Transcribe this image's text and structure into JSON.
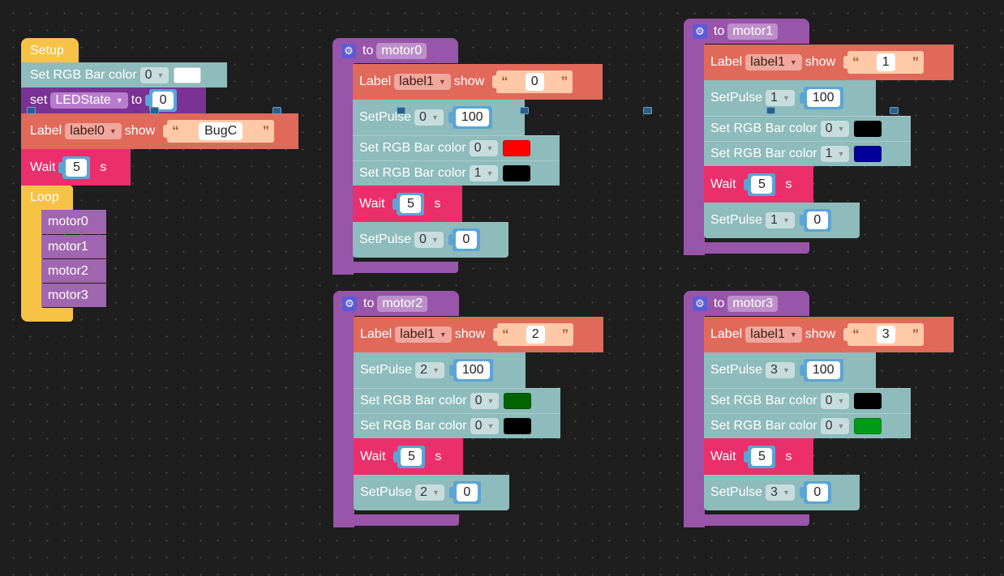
{
  "setup": {
    "hat_label": "Setup",
    "rgb": {
      "label": "Set RGB Bar color",
      "index": "0",
      "color": "#ffffff"
    },
    "setvar": {
      "set_label": "set",
      "var": "LEDState",
      "to_label": "to",
      "value": "0"
    },
    "label": {
      "label": "Label",
      "target": "label0",
      "show": "show",
      "text": "BugC"
    },
    "wait": {
      "label": "Wait",
      "value": "5",
      "unit": "s"
    },
    "loop_label": "Loop",
    "calls": [
      "motor0",
      "motor1",
      "motor2",
      "motor3"
    ]
  },
  "procs": [
    {
      "to": "to",
      "name": "motor0",
      "label": "Label",
      "target": "label1",
      "show": "show",
      "text": "0",
      "pulse_label": "SetPulse",
      "pulse_index": "0",
      "pulse_value": "100",
      "rgb_label": "Set RGB Bar color",
      "rgb1_index": "0",
      "rgb1_color": "#ff0000",
      "rgb2_index": "1",
      "rgb2_color": "#000000",
      "wait_label": "Wait",
      "wait_value": "5",
      "wait_unit": "s",
      "pulse2_index": "0",
      "pulse2_value": "0"
    },
    {
      "to": "to",
      "name": "motor1",
      "label": "Label",
      "target": "label1",
      "show": "show",
      "text": "1",
      "pulse_label": "SetPulse",
      "pulse_index": "1",
      "pulse_value": "100",
      "rgb_label": "Set RGB Bar color",
      "rgb1_index": "0",
      "rgb1_color": "#000000",
      "rgb2_index": "1",
      "rgb2_color": "#000099",
      "wait_label": "Wait",
      "wait_value": "5",
      "wait_unit": "s",
      "pulse2_index": "1",
      "pulse2_value": "0"
    },
    {
      "to": "to",
      "name": "motor2",
      "label": "Label",
      "target": "label1",
      "show": "show",
      "text": "2",
      "pulse_label": "SetPulse",
      "pulse_index": "2",
      "pulse_value": "100",
      "rgb_label": "Set RGB Bar color",
      "rgb1_index": "0",
      "rgb1_color": "#006400",
      "rgb2_index": "0",
      "rgb2_color": "#000000",
      "wait_label": "Wait",
      "wait_value": "5",
      "wait_unit": "s",
      "pulse2_index": "2",
      "pulse2_value": "0"
    },
    {
      "to": "to",
      "name": "motor3",
      "label": "Label",
      "target": "label1",
      "show": "show",
      "text": "3",
      "pulse_label": "SetPulse",
      "pulse_index": "3",
      "pulse_value": "100",
      "rgb_label": "Set RGB Bar color",
      "rgb1_index": "0",
      "rgb1_color": "#000000",
      "rgb2_index": "0",
      "rgb2_color": "#009a1a",
      "wait_label": "Wait",
      "wait_value": "5",
      "wait_unit": "s",
      "pulse2_index": "3",
      "pulse2_value": "0"
    }
  ],
  "icons": {
    "gear": "gear-icon",
    "dropdown": "chevron-down-icon"
  }
}
